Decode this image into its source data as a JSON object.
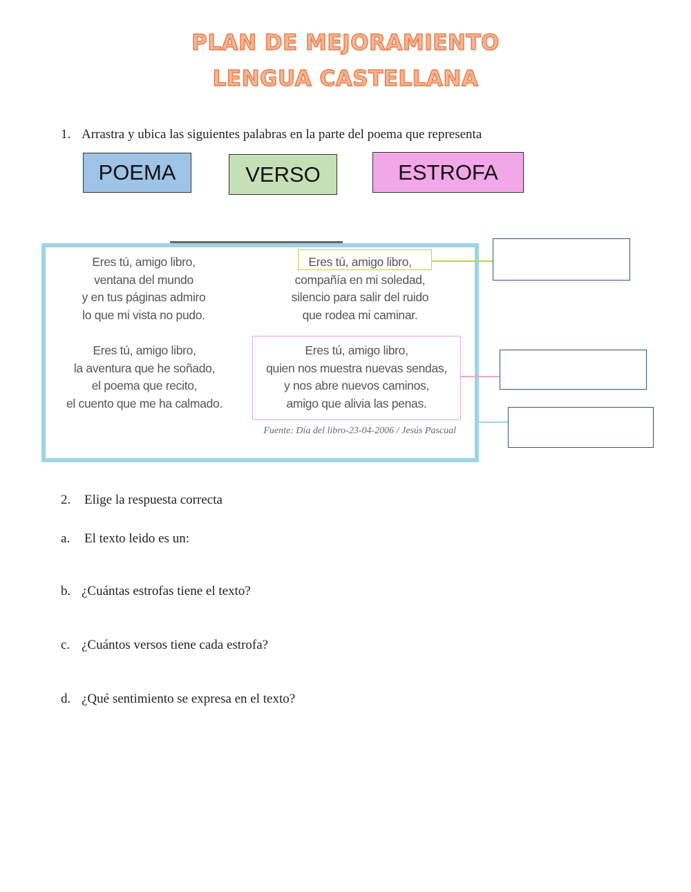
{
  "header": {
    "title_line1": "PLAN DE MEJORAMIENTO",
    "title_line2": "LENGUA CASTELLANA"
  },
  "question1": {
    "number": "1.",
    "text": "Arrastra y ubica las siguientes palabras en la parte del poema que representa"
  },
  "chips": [
    {
      "label": "POEMA",
      "color": "#9dc3e6"
    },
    {
      "label": "VERSO",
      "color": "#c5e0b4"
    },
    {
      "label": "ESTROFA",
      "color": "#f2a7e8"
    }
  ],
  "poem": {
    "stanzas": [
      [
        "Eres tú, amigo libro,",
        "ventana del mundo",
        "y en tus páginas admiro",
        "lo que mi vista no pudo."
      ],
      [
        "Eres tú, amigo libro,",
        "compañía en mi soledad,",
        "silencio para salir del ruido",
        "que rodea mi caminar."
      ],
      [
        "Eres tú, amigo libro,",
        "la aventura que he soñado,",
        "el poema que recito,",
        "el cuento que me ha calmado."
      ],
      [
        "Eres tú, amigo libro,",
        "quien nos muestra nuevas sendas,",
        "y nos abre nuevos caminos,",
        "amigo que alivia las penas."
      ]
    ],
    "source": "Fuente: Día del libro-23-04-2006 / Jesús Pascual"
  },
  "question2": {
    "number": "2.",
    "text": "Elige la respuesta correcta",
    "items": [
      {
        "letter": "a.",
        "text": "El texto leido es un:"
      },
      {
        "letter": "b.",
        "text": "¿Cuántas estrofas tiene el texto?"
      },
      {
        "letter": "c.",
        "text": "¿Cuántos versos tiene cada estrofa?"
      },
      {
        "letter": "d.",
        "text": "¿Qué sentimiento se expresa en el texto?"
      }
    ]
  }
}
